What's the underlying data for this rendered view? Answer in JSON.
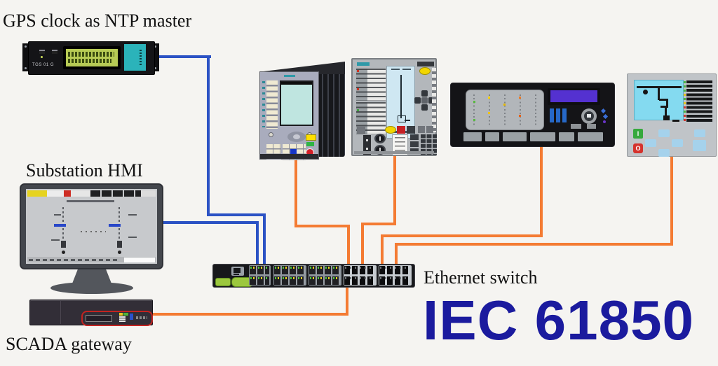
{
  "labels": {
    "gps_clock": "GPS clock as NTP master",
    "substation_hmi": "Substation HMI",
    "scada_gateway": "SCADA gateway",
    "ethernet_switch": "Ethernet switch",
    "standard": "IEC 61850"
  },
  "gps_clock": {
    "model": "TGS 01 G"
  },
  "icons": {
    "power_on_glyph": "I",
    "power_off_glyph": "O"
  },
  "colors": {
    "background": "#f5f4f1",
    "blue_link": "#2b52c4",
    "orange_link": "#f47b33",
    "standard_text": "#1b1b9e",
    "label_text": "#111111"
  },
  "topology": {
    "nodes": [
      "gps-clock",
      "substation-hmi",
      "scada-gateway",
      "protection-relay-1",
      "protection-relay-2",
      "protection-relay-3",
      "protection-relay-4",
      "ethernet-switch"
    ],
    "links": [
      {
        "from": "gps-clock",
        "to": "ethernet-switch",
        "color": "blue"
      },
      {
        "from": "substation-hmi",
        "to": "ethernet-switch",
        "color": "blue"
      },
      {
        "from": "protection-relay-1",
        "to": "ethernet-switch",
        "color": "orange"
      },
      {
        "from": "protection-relay-2",
        "to": "ethernet-switch",
        "color": "orange"
      },
      {
        "from": "protection-relay-3",
        "to": "ethernet-switch",
        "color": "orange"
      },
      {
        "from": "protection-relay-4",
        "to": "ethernet-switch",
        "color": "orange"
      },
      {
        "from": "scada-gateway",
        "to": "ethernet-switch",
        "color": "orange"
      }
    ]
  }
}
